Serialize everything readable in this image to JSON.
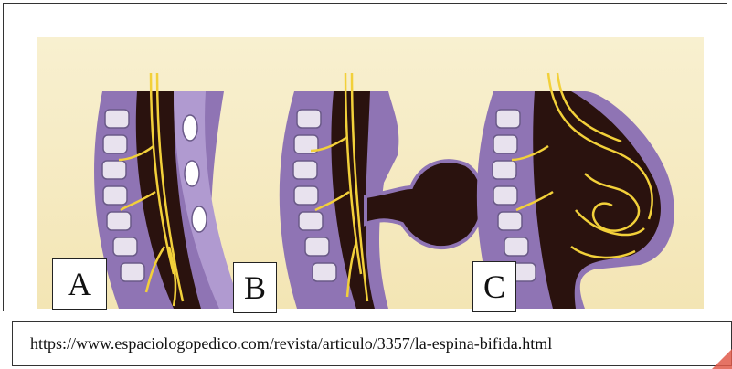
{
  "figure": {
    "panels": [
      {
        "label": "A"
      },
      {
        "label": "B"
      },
      {
        "label": "C"
      }
    ]
  },
  "caption": {
    "source_url": "https://www.espaciologopedico.com/revista/articulo/3357/la-espina-bifida.html"
  },
  "colors": {
    "background_cream": "#f6ecc4",
    "vertebra_purple": "#a38bc4",
    "nerve_yellow": "#f2d03a",
    "cord_dark": "#2a120e",
    "accent_red": "#e05a4a"
  },
  "icons": [
    "spine-illustration"
  ]
}
